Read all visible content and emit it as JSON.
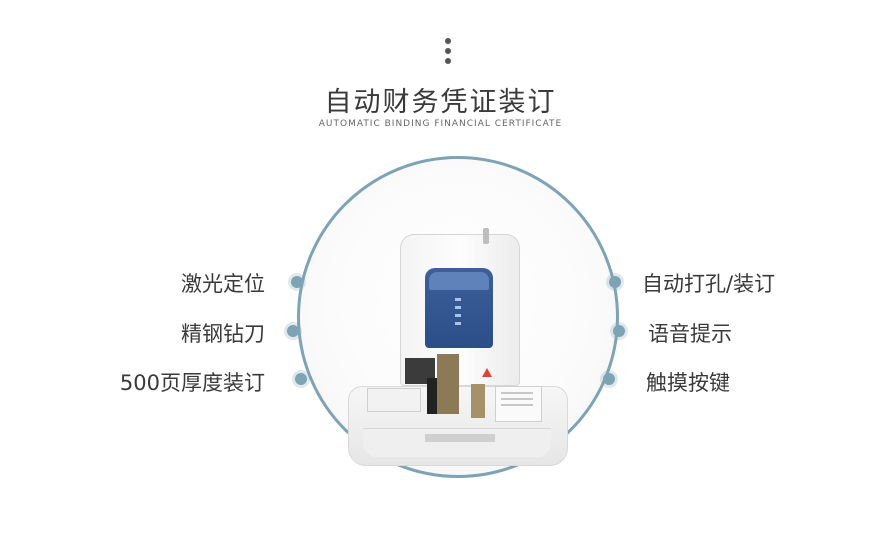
{
  "header": {
    "title": "自动财务凭证装订",
    "subtitle": "AUTOMATIC BINDING FINANCIAL CERTIFICATE"
  },
  "features": {
    "left": [
      "激光定位",
      "精钢钻刀",
      "500页厚度装订"
    ],
    "right": [
      "自动打孔/装订",
      "语音提示",
      "触摸按键"
    ]
  },
  "colors": {
    "ring": "#7ea3b5",
    "panel": "#2b4d88"
  }
}
